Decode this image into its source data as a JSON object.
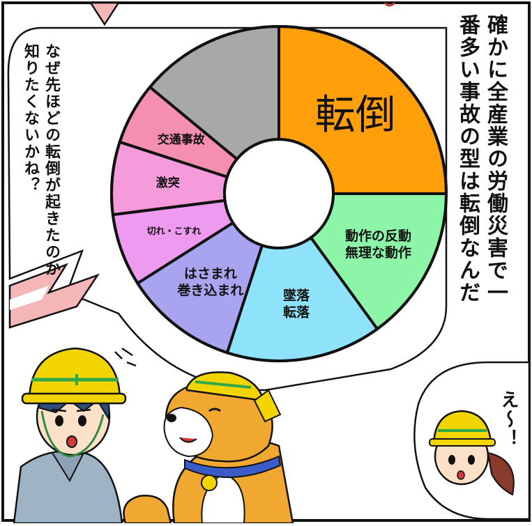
{
  "narration": "確かに全産業の労働災害で一番多い事故の型は転倒なんだ",
  "question": "なぜ先ほどの転倒が起きたのか知りたくないかね？",
  "reaction": "え〜！",
  "chart_data": {
    "type": "pie",
    "style": "donut",
    "title": "",
    "slices": [
      {
        "label": "転倒",
        "value": 25,
        "color": "#FF9F0A"
      },
      {
        "label": "動作の反動 無理な動作",
        "value": 15,
        "color": "#8CF5A8"
      },
      {
        "label": "墜落 転落",
        "value": 15,
        "color": "#8EE3FA"
      },
      {
        "label": "はさまれ 巻き込まれ",
        "value": 11,
        "color": "#A8A4F0"
      },
      {
        "label": "切れ・こすれ",
        "value": 7,
        "color": "#EE9AF0"
      },
      {
        "label": "激突",
        "value": 7,
        "color": "#F59ADA"
      },
      {
        "label": "交通事故",
        "value": 6,
        "color": "#F58FB0"
      },
      {
        "label": "",
        "value": 14,
        "color": "#A8A8A8"
      }
    ]
  },
  "colors": {
    "helmet": "#F2D400",
    "helmet_stripe": "#2EA84A",
    "dog_fur": "#F0A830",
    "dog_collar": "#3A5BC8",
    "worker_uniform": "#9EB3C4",
    "bubble_accent": "#F4B6B6"
  }
}
